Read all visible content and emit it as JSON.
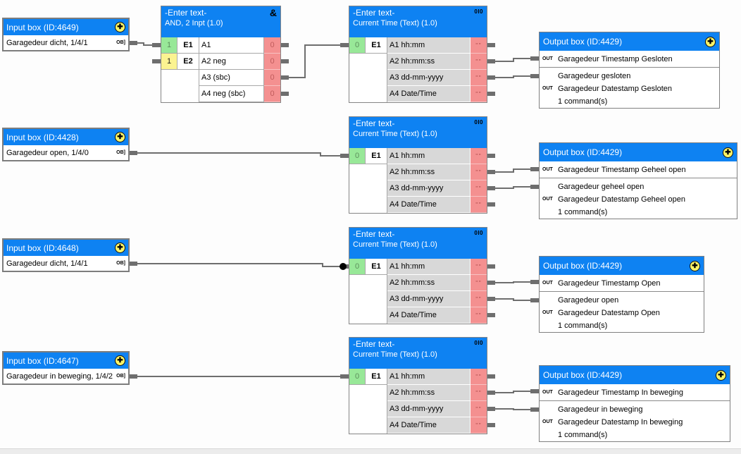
{
  "glyphs": {
    "plus": "✚",
    "and_type": "&",
    "io_type": "0I0",
    "out": "OUT",
    "datapoint": "OB]",
    "empty_text": "\"\""
  },
  "colors": {
    "header_blue": "#0e82f2",
    "cell_green": "#98e898",
    "cell_yellow": "#fbf391",
    "cell_red": "#f49090",
    "label_gray": "#d8d8d8",
    "wire_gray": "#6e6e6e",
    "plus_yellow": "#fdf567"
  },
  "input_boxes": [
    {
      "title": "Input box (ID:4649)",
      "label": "Garagedeur dicht, 1/4/1"
    },
    {
      "title": "Input box (ID:4428)",
      "label": "Garagedeur open, 1/4/0"
    },
    {
      "title": "Input box (ID:4648)",
      "label": "Garagedeur dicht, 1/4/1"
    },
    {
      "title": "Input box (ID:4647)",
      "label": "Garagedeur in beweging, 1/4/2"
    }
  ],
  "and_block": {
    "title": "-Enter text-",
    "subtitle": "AND, 2 Inpt (1.0)",
    "inputs": [
      {
        "value": "1",
        "port": "E1"
      },
      {
        "value": "1",
        "port": "E2"
      }
    ],
    "rows": [
      {
        "label": "A1",
        "value": "0"
      },
      {
        "label": "A2 neg",
        "value": "0"
      },
      {
        "label": "A3 (sbc)",
        "value": "0"
      },
      {
        "label": "A4 neg (sbc)",
        "value": "0"
      }
    ]
  },
  "time_blocks": [
    {
      "title": "-Enter text-",
      "subtitle": "Current Time (Text) (1.0)",
      "input_value": "0",
      "input_port": "E1",
      "rows": [
        "A1 hh:mm",
        "A2 hh:mm:ss",
        "A3 dd-mm-yyyy",
        "A4 Date/Time"
      ]
    },
    {
      "title": "-Enter text-",
      "subtitle": "Current Time (Text) (1.0)",
      "input_value": "0",
      "input_port": "E1",
      "rows": [
        "A1 hh:mm",
        "A2 hh:mm:ss",
        "A3 dd-mm-yyyy",
        "A4 Date/Time"
      ]
    },
    {
      "title": "-Enter text-",
      "subtitle": "Current Time (Text) (1.0)",
      "input_value": "0",
      "input_port": "E1",
      "rows": [
        "A1 hh:mm",
        "A2 hh:mm:ss",
        "A3 dd-mm-yyyy",
        "A4 Date/Time"
      ]
    },
    {
      "title": "-Enter text-",
      "subtitle": "Current Time (Text) (1.0)",
      "input_value": "0",
      "input_port": "E1",
      "rows": [
        "A1 hh:mm",
        "A2 hh:mm:ss",
        "A3 dd-mm-yyyy",
        "A4 Date/Time"
      ]
    }
  ],
  "output_boxes": [
    {
      "title": "Output box (ID:4429)",
      "timestamp_row": "Garagedeur Timestamp Gesloten",
      "state_line": "Garagedeur gesloten",
      "datestamp_line": "Garagedeur Datestamp Gesloten",
      "commands_line": "1 command(s)"
    },
    {
      "title": "Output box (ID:4429)",
      "timestamp_row": "Garagedeur Timestamp Geheel open",
      "state_line": "Garagedeur geheel open",
      "datestamp_line": "Garagedeur Datestamp Geheel open",
      "commands_line": "1 command(s)"
    },
    {
      "title": "Output box (ID:4429)",
      "timestamp_row": "Garagedeur Timestamp Open",
      "state_line": "Garagedeur open",
      "datestamp_line": "Garagedeur Datestamp Open",
      "commands_line": "1 command(s)"
    },
    {
      "title": "Output box (ID:4429)",
      "timestamp_row": "Garagedeur Timestamp In beweging",
      "state_line": "Garagedeur in beweging",
      "datestamp_line": "Garagedeur Datestamp In beweging",
      "commands_line": "1 command(s)"
    }
  ]
}
